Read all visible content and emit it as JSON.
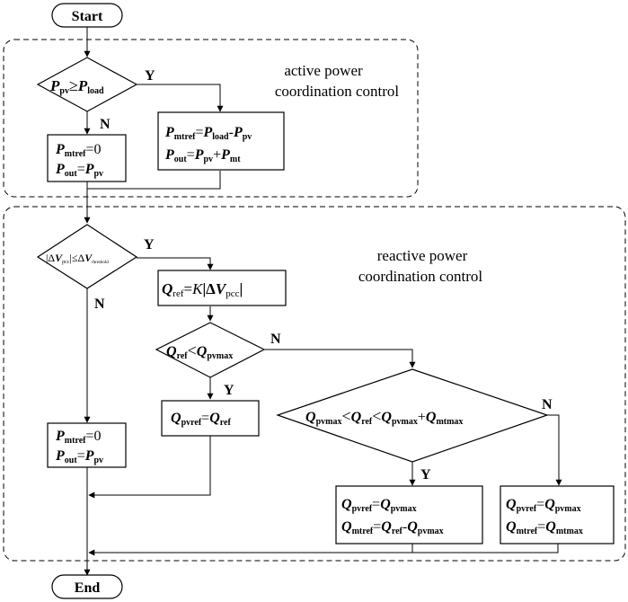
{
  "terminals": {
    "start": "Start",
    "end": "End"
  },
  "groups": {
    "active": {
      "line1": "active power",
      "line2": "coordination control"
    },
    "reactive": {
      "line1": "reactive power",
      "line2": "coordination control"
    }
  },
  "labels": {
    "yes": "Y",
    "no": "N"
  },
  "decision1": {
    "a": "P",
    "a_sub": "pv",
    "op": "≥",
    "b": "P",
    "b_sub": "load"
  },
  "box_mtref_zero_1": {
    "l1_a": "P",
    "l1_a_sub": "mtref",
    "l1_rest": "=0",
    "l2_a": "P",
    "l2_a_sub": "out",
    "l2_eq": "=",
    "l2_b": "P",
    "l2_b_sub": "pv"
  },
  "box_mtref_diff": {
    "l1_a": "P",
    "l1_a_sub": "mtref",
    "l1_eq": "=",
    "l1_b": "P",
    "l1_b_sub": "load",
    "l1_minus": "-",
    "l1_c": "P",
    "l1_c_sub": "pv",
    "l2_a": "P",
    "l2_a_sub": "out",
    "l2_eq": "=",
    "l2_b": "P",
    "l2_b_sub": "pv",
    "l2_plus": "+",
    "l2_c": "P",
    "l2_c_sub": "mt"
  },
  "decision2": {
    "abs_open": "|Δ",
    "a": "V",
    "a_sub": "pcc",
    "abs_close": "|",
    "op": "≤",
    "delta": "Δ",
    "b": "V",
    "b_sub": "threshold"
  },
  "box_qref": {
    "a": "Q",
    "a_sub": "ref",
    "eq": "=",
    "k": "K",
    "abs": "|Δ",
    "v": "V",
    "v_sub": "pcc",
    "close": "|"
  },
  "decision3": {
    "a": "Q",
    "a_sub": "ref",
    "op": "<",
    "b": "Q",
    "b_sub": "pvmax"
  },
  "box_qpvref": {
    "a": "Q",
    "a_sub": "pvref",
    "eq": "=",
    "b": "Q",
    "b_sub": "ref"
  },
  "decision4": {
    "a": "Q",
    "a_sub": "pvmax",
    "op1": "<",
    "b": "Q",
    "b_sub": "ref",
    "op2": "<",
    "c": "Q",
    "c_sub": "pvmax",
    "plus": "+",
    "d": "Q",
    "d_sub": "mtmax"
  },
  "box_mtref_zero_2": {
    "l1_a": "P",
    "l1_a_sub": "mtref",
    "l1_rest": "=0",
    "l2_a": "P",
    "l2_a_sub": "out",
    "l2_eq": "=",
    "l2_b": "P",
    "l2_b_sub": "pv"
  },
  "box_q_split": {
    "l1_a": "Q",
    "l1_a_sub": "pvref",
    "l1_eq": "=",
    "l1_b": "Q",
    "l1_b_sub": "pvmax",
    "l2_a": "Q",
    "l2_a_sub": "mtref",
    "l2_eq": "=",
    "l2_b": "Q",
    "l2_b_sub": "ref",
    "l2_minus": "-",
    "l2_c": "Q",
    "l2_c_sub": "pvmax"
  },
  "box_q_max": {
    "l1_a": "Q",
    "l1_a_sub": "pvref",
    "l1_eq": "=",
    "l1_b": "Q",
    "l1_b_sub": "pvmax",
    "l2_a": "Q",
    "l2_a_sub": "mtref",
    "l2_eq": "=",
    "l2_b": "Q",
    "l2_b_sub": "mtmax"
  }
}
